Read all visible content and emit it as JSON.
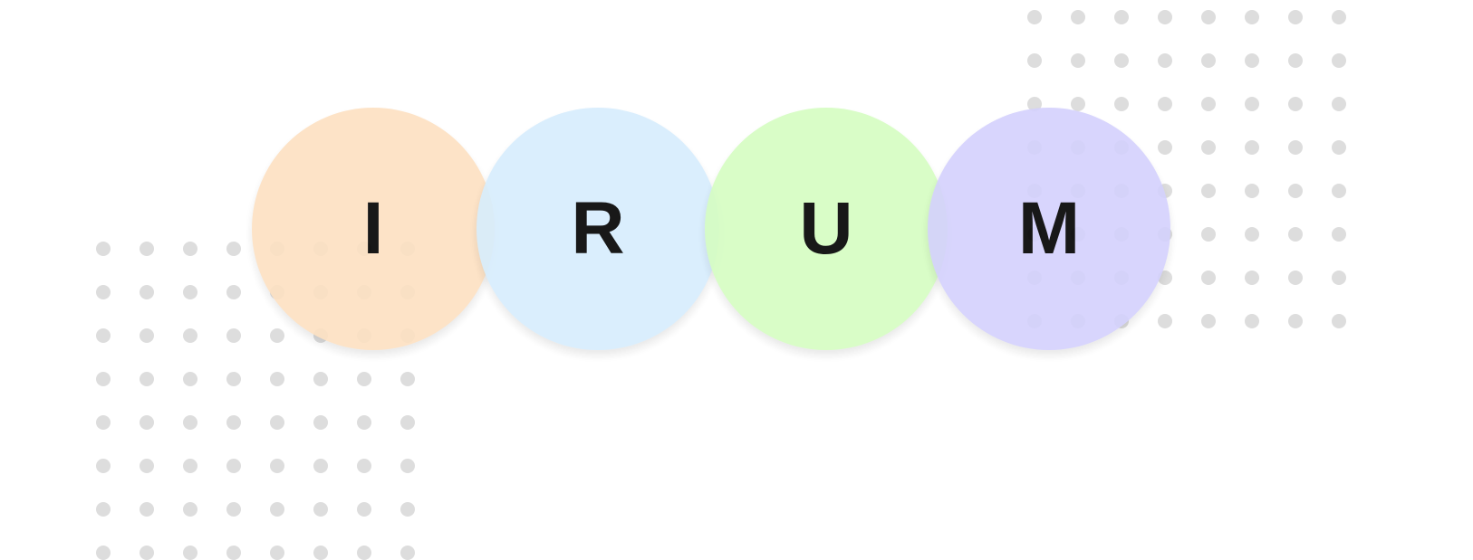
{
  "circles": [
    {
      "letter": "I",
      "color": "#FDE1C2"
    },
    {
      "letter": "R",
      "color": "#D7EDFD"
    },
    {
      "letter": "U",
      "color": "#D5FDC2"
    },
    {
      "letter": "M",
      "color": "#D4D1FD"
    }
  ],
  "dot_color": "#dddddd"
}
